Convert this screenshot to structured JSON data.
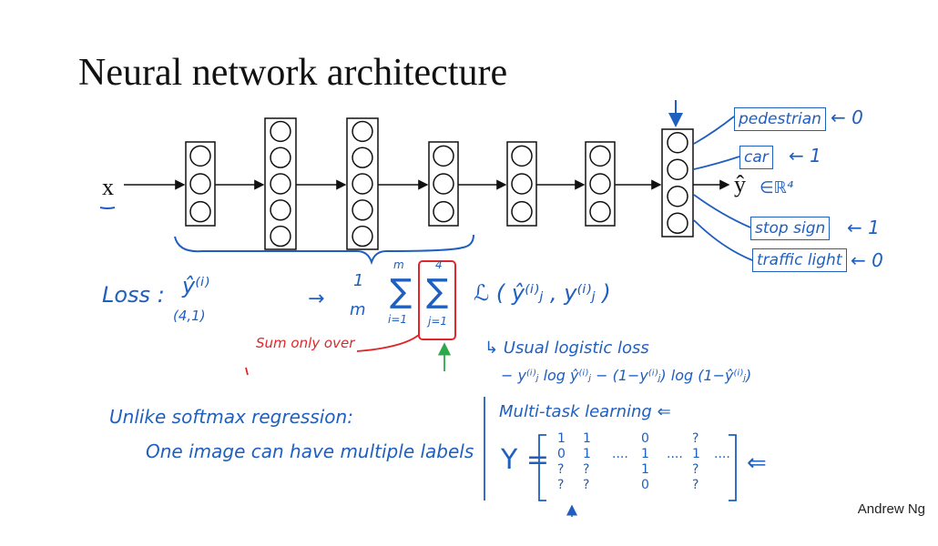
{
  "slide": {
    "title": "Neural network architecture",
    "credit": "Andrew Ng",
    "input_label": "x",
    "output_label": "ŷ",
    "output_space": "∈ℝ⁴"
  },
  "outputs": [
    {
      "label": "pedestrian",
      "value": "← 0"
    },
    {
      "label": "car",
      "value": "← 1"
    },
    {
      "label": "stop sign",
      "value": "← 1"
    },
    {
      "label": "traffic light",
      "value": "← 0"
    }
  ],
  "notes": {
    "loss_label": "Loss :",
    "loss_yhat": "ŷ⁽ⁱ⁾",
    "loss_shape": "(4,1)",
    "formula_arrow": "→",
    "formula_frac_num": "1",
    "formula_frac_den": "m",
    "sum1_top": "m",
    "sum1_bottom": "i=1",
    "sum2_top": "4",
    "sum2_bottom": "j=1",
    "loss_fn": "ℒ ( ŷ⁽ⁱ⁾ⱼ , y⁽ⁱ⁾ⱼ )",
    "sum_only_over": "Sum only over",
    "usual_logistic_loss": "↳ Usual logistic loss",
    "logistic_formula": "− y⁽ⁱ⁾ⱼ log ŷ⁽ⁱ⁾ⱼ − (1−y⁽ⁱ⁾ⱼ) log (1−ŷ⁽ⁱ⁾ⱼ)",
    "unlike_softmax": "Unlike softmax regression:",
    "one_image": "One image can have multiple labels",
    "multi_task": "Multi-task learning ⇐",
    "matrix_label": "Y =",
    "matrix_rows": [
      [
        "1",
        "1",
        "",
        "0",
        "",
        "?",
        ""
      ],
      [
        "0",
        "1",
        "....",
        "1",
        "....",
        "1",
        "...."
      ],
      [
        "?",
        "?",
        "",
        "1",
        "",
        "?",
        ""
      ],
      [
        "?",
        "?",
        "",
        "0",
        "",
        "?",
        ""
      ]
    ],
    "matrix_arrow": "⇐"
  }
}
